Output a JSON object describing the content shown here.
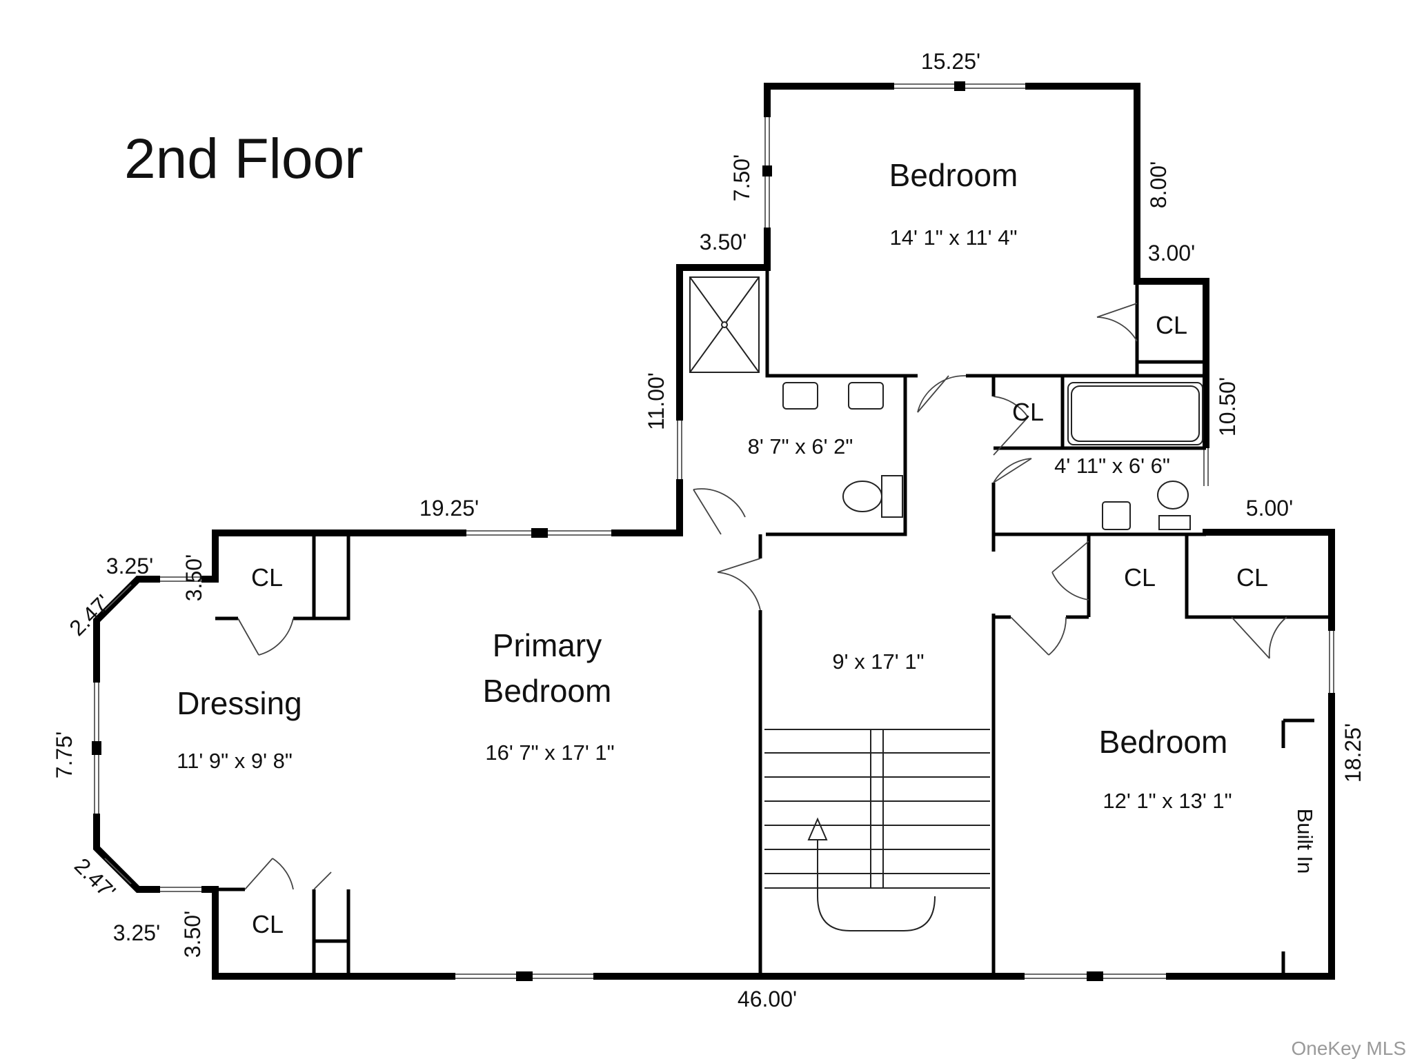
{
  "title": "2nd Floor",
  "rooms": {
    "bedroom_top": {
      "name": "Bedroom",
      "size": "14' 1\" x 11' 4\""
    },
    "bath_main": {
      "size": "8' 7\" x 6' 2\""
    },
    "bath_hall": {
      "size": "4' 11\" x 6' 6\""
    },
    "hall": {
      "size": "9' x 17' 1\""
    },
    "primary": {
      "name_line1": "Primary",
      "name_line2": "Bedroom",
      "size": "16' 7\" x 17' 1\""
    },
    "dressing": {
      "name": "Dressing",
      "size": "11' 9\" x 9' 8\""
    },
    "bedroom_right": {
      "name": "Bedroom",
      "size": "12' 1\" x 13' 1\""
    },
    "built_in": "Built In",
    "closet": "CL"
  },
  "dimensions": {
    "top_width": "15.25'",
    "top_left_side": "7.50'",
    "top_right_side": "8.00'",
    "notch_left": "3.50'",
    "notch_right": "3.00'",
    "bath_left": "11.00'",
    "bath_right": "10.50'",
    "upper_left_wall": "19.25'",
    "right_step": "5.00'",
    "bay_top_short": "3.25'",
    "bay_top_side": "3.50'",
    "bay_top_diag": "2.47'",
    "bay_middle": "7.75'",
    "bay_bottom_diag": "2.47'",
    "bay_bottom_short": "3.25'",
    "bay_bottom_side": "3.50'",
    "right_side": "18.25'",
    "bottom_width": "46.00'"
  },
  "watermark": "OneKey MLS"
}
